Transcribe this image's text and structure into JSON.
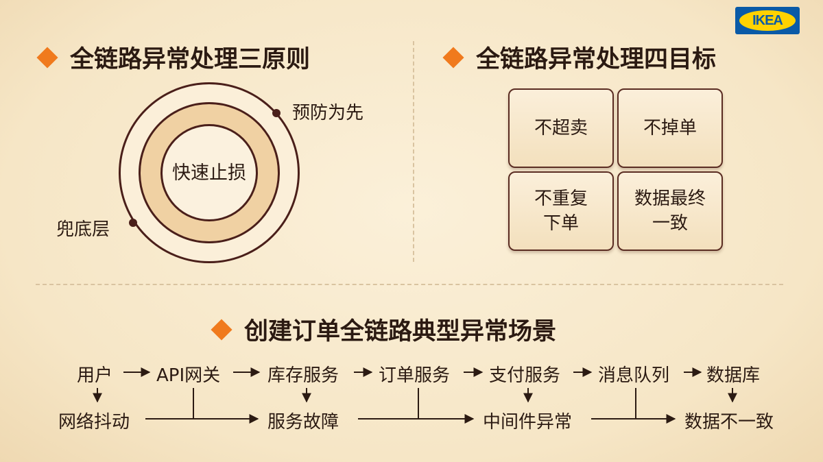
{
  "brand": {
    "logo_text": "IKEA"
  },
  "principles": {
    "title": "全链路异常处理三原则",
    "outer": "预防为先",
    "middle": "兜底层",
    "inner": "快速止损"
  },
  "goals": {
    "title": "全链路异常处理四目标",
    "cells": [
      {
        "line1": "不超卖",
        "line2": ""
      },
      {
        "line1": "不掉单",
        "line2": ""
      },
      {
        "line1": "不重复",
        "line2": "下单"
      },
      {
        "line1": "数据最终",
        "line2": "一致"
      }
    ]
  },
  "scenarios": {
    "title": "创建订单全链路典型异常场景",
    "flow": [
      "用户",
      "API网关",
      "库存服务",
      "订单服务",
      "支付服务",
      "消息队列",
      "数据库"
    ],
    "exceptions": [
      "网络抖动",
      "服务故障",
      "中间件异常",
      "数据不一致"
    ]
  },
  "colors": {
    "accent": "#f07a1d",
    "ink": "#2b1a12",
    "ring": "#4a1f1a"
  }
}
